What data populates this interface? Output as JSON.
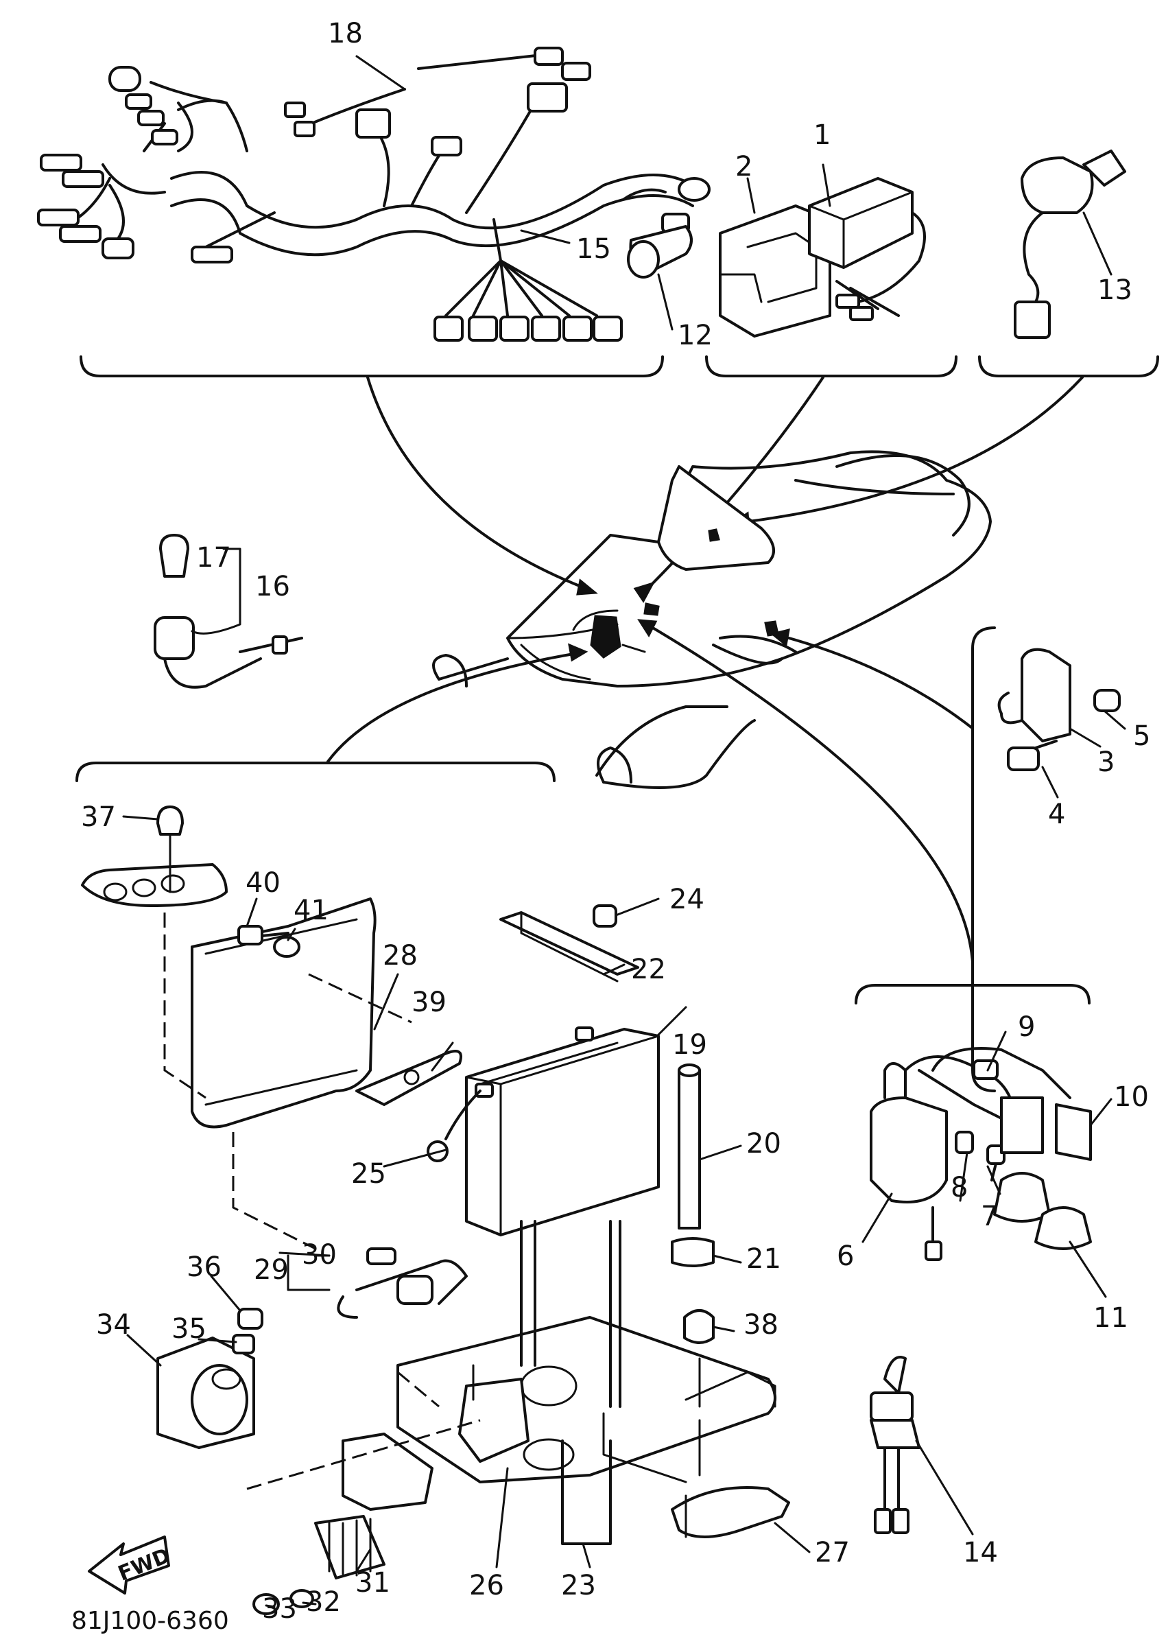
{
  "diagram": {
    "part_numbers": [
      "1",
      "2",
      "3",
      "4",
      "5",
      "6",
      "7",
      "8",
      "9",
      "10",
      "11",
      "12",
      "13",
      "14",
      "15",
      "16",
      "17",
      "18",
      "19",
      "20",
      "21",
      "22",
      "23",
      "24",
      "25",
      "26",
      "27",
      "28",
      "29",
      "30",
      "31",
      "32",
      "33",
      "34",
      "35",
      "36",
      "37",
      "38",
      "39",
      "40",
      "41"
    ],
    "fwd_label": "FWD",
    "catalog_code": "81J100-6360"
  }
}
